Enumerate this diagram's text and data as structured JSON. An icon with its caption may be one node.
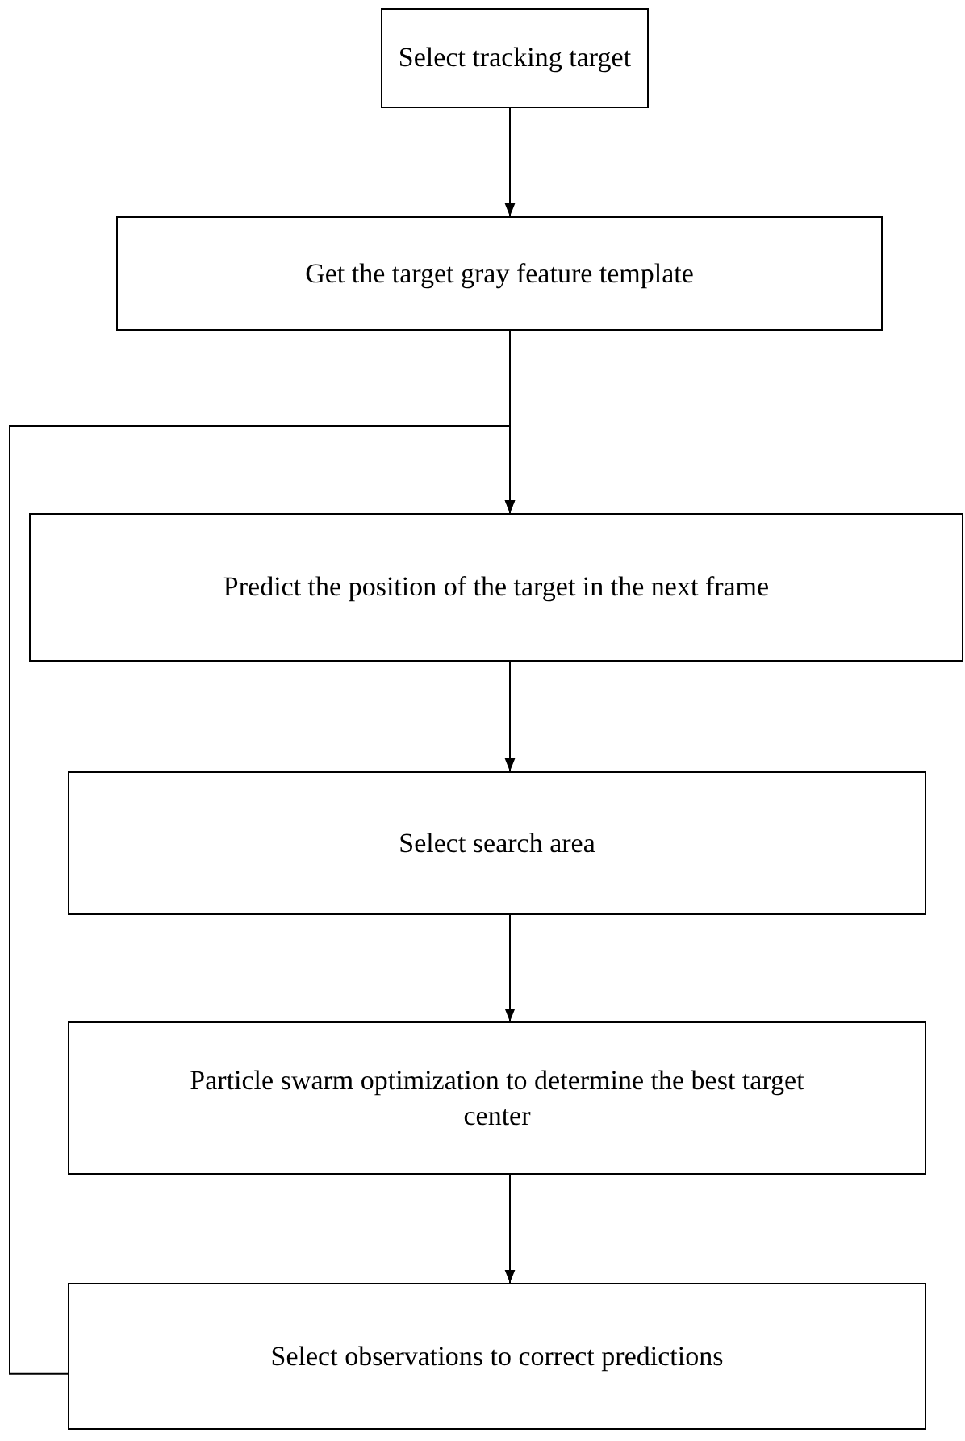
{
  "diagram": {
    "nodes": [
      {
        "text": [
          "Select tracking target"
        ]
      },
      {
        "text": [
          "Get the target gray feature template"
        ]
      },
      {
        "text": [
          "Predict the position of the target in the next frame"
        ]
      },
      {
        "text": [
          "Select search area"
        ]
      },
      {
        "text": [
          "Particle swarm optimization to determine the best target center"
        ]
      },
      {
        "text": [
          "Select observations to correct predictions"
        ]
      }
    ],
    "edges": [
      {
        "from": 0,
        "to": 1,
        "arrow": "to"
      },
      {
        "from": 1,
        "to": 2,
        "arrow": "to"
      },
      {
        "from": 2,
        "to": 3,
        "arrow": "to"
      },
      {
        "from": 3,
        "to": 4,
        "arrow": "to"
      },
      {
        "from": 4,
        "to": 5,
        "arrow": "to"
      },
      {
        "from": 5,
        "to": 2,
        "arrow": "to"
      }
    ]
  }
}
